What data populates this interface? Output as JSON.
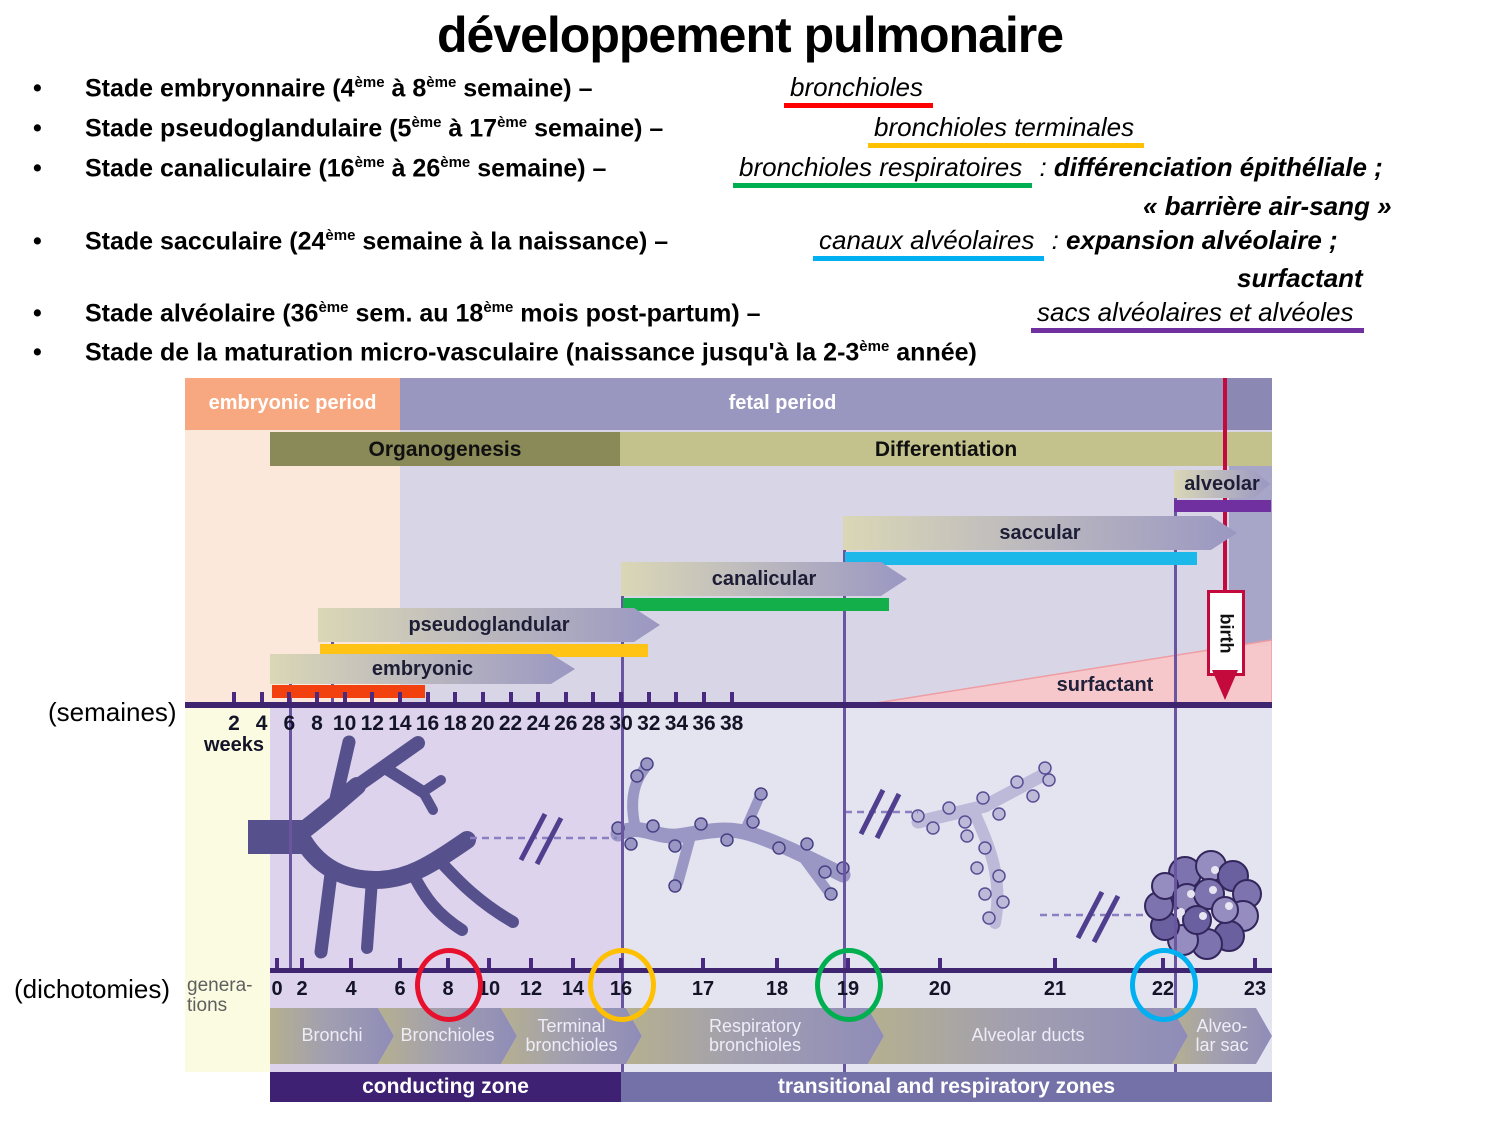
{
  "title": "développement pulmonaire",
  "bullets": [
    {
      "main": [
        {
          "t": "Stade embryonnaire (4"
        },
        {
          "t": "ème",
          "sup": true
        },
        {
          "t": " à 8"
        },
        {
          "t": "ème",
          "sup": true
        },
        {
          "t": " semaine) –"
        }
      ],
      "annotation": {
        "text": "bronchioles",
        "underline": "#ff0000"
      }
    },
    {
      "main": [
        {
          "t": "Stade pseudoglandulaire (5"
        },
        {
          "t": "ème",
          "sup": true
        },
        {
          "t": " à 17"
        },
        {
          "t": "ème",
          "sup": true
        },
        {
          "t": " semaine) –"
        }
      ],
      "annotation": {
        "text": "bronchioles terminales",
        "underline": "#ffc000"
      }
    },
    {
      "main": [
        {
          "t": "Stade canaliculaire (16"
        },
        {
          "t": "ème",
          "sup": true
        },
        {
          "t": " à 26"
        },
        {
          "t": "ème",
          "sup": true
        },
        {
          "t": " semaine) –"
        }
      ],
      "annotation": {
        "text": "bronchioles respiratoires",
        "underline": "#00b050",
        "separator": " : ",
        "detail": "différenciation épithéliale ;",
        "detail2": "« barrière air-sang »"
      }
    },
    {
      "main": [
        {
          "t": "Stade sacculaire (24"
        },
        {
          "t": "ème",
          "sup": true
        },
        {
          "t": " semaine à la naissance) –"
        }
      ],
      "annotation": {
        "text": "canaux alvéolaires",
        "underline": "#00b0f0",
        "separator": " : ",
        "detail": "expansion alvéolaire ;",
        "detail2": "surfactant"
      }
    },
    {
      "main": [
        {
          "t": "Stade alvéolaire (36"
        },
        {
          "t": "ème",
          "sup": true
        },
        {
          "t": " sem. au 18"
        },
        {
          "t": "ème",
          "sup": true
        },
        {
          "t": " mois post-partum) –"
        }
      ],
      "annotation": {
        "text": "sacs alvéolaires et alvéoles",
        "underline": "#7030a0"
      }
    },
    {
      "main": [
        {
          "t": "Stade de la maturation micro-vasculaire (naissance jusqu'à la 2-3"
        },
        {
          "t": "ème",
          "sup": true
        },
        {
          "t": " année)"
        }
      ]
    }
  ],
  "diagram": {
    "periods": [
      {
        "label": "embryonic period"
      },
      {
        "label": "fetal period"
      }
    ],
    "phases": [
      {
        "label": "Organogenesis"
      },
      {
        "label": "Differentiation"
      }
    ],
    "stages": [
      {
        "label": "alveolar",
        "bar_color": "#7030a0"
      },
      {
        "label": "saccular",
        "bar_color": "#1cb8ea"
      },
      {
        "label": "canalicular",
        "bar_color": "#13af4b"
      },
      {
        "label": "pseudoglandular",
        "bar_color": "#ffc316"
      },
      {
        "label": "embryonic",
        "bar_color": "#f2400e"
      }
    ],
    "surfactant_label": "surfactant",
    "birth_label": "birth",
    "weeks_axis": {
      "side_label": "(semaines)",
      "unit": "weeks",
      "ticks": [
        "2",
        "4",
        "6",
        "8",
        "10",
        "12",
        "14",
        "16",
        "18",
        "20",
        "22",
        "24",
        "26",
        "28",
        "30",
        "32",
        "34",
        "36",
        "38"
      ]
    },
    "generations_axis": {
      "side_label": "(dichotomies)",
      "axis_title_lines": [
        "genera-",
        "tions"
      ],
      "ticks": [
        "0",
        "2",
        "4",
        "6",
        "8",
        "10",
        "12",
        "14",
        "16",
        "17",
        "18",
        "19",
        "20",
        "21",
        "22",
        "23"
      ],
      "circled": [
        {
          "value": "8",
          "color": "#e8112d"
        },
        {
          "value": "16",
          "color": "#ffc000"
        },
        {
          "value": "19",
          "color": "#00b050"
        },
        {
          "value": "22",
          "color": "#00b0f0"
        }
      ]
    },
    "airways": [
      {
        "lines": [
          "Bronchi"
        ]
      },
      {
        "lines": [
          "Bronchioles"
        ]
      },
      {
        "lines": [
          "Terminal",
          "bronchioles"
        ]
      },
      {
        "lines": [
          "Respiratory",
          "bronchioles"
        ]
      },
      {
        "lines": [
          "Alveolar ducts"
        ]
      },
      {
        "lines": [
          "Alveo-",
          "lar sac"
        ]
      }
    ],
    "zones": [
      {
        "label": "conducting zone",
        "color": "#3f2173"
      },
      {
        "label": "transitional and respiratory zones",
        "color": "#7471a8"
      }
    ]
  }
}
